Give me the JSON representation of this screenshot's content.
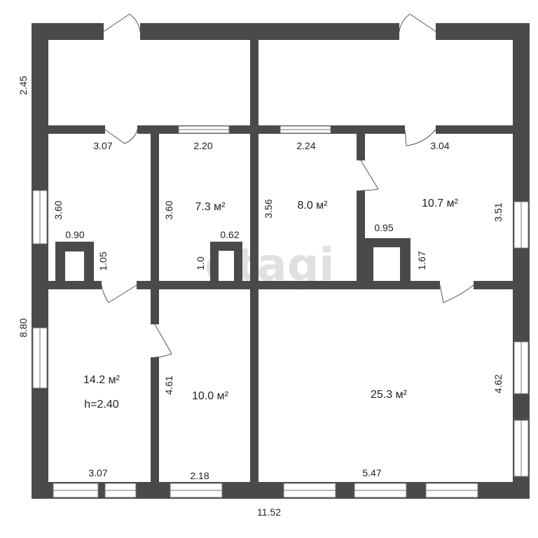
{
  "watermark": "etagi",
  "colors": {
    "wall": "#4a4a4a",
    "window": "#ffffff",
    "door_arc": "#555555",
    "text": "#222222"
  },
  "overall": {
    "width_total": "11.52",
    "height_total": "8.80",
    "top_band_height": "2.45"
  },
  "rooms": {
    "room_1": {
      "width_label": "3.07",
      "height_label": "3.60"
    },
    "room_2": {
      "area": "7.3 м²",
      "width_label": "2.20",
      "height_label": "3.60"
    },
    "room_3": {
      "area": "8.0 м²",
      "width_label": "2.24",
      "height_label": "3.56"
    },
    "room_4": {
      "area": "10.7 м²",
      "width_label": "3.04",
      "height_label": "3.51"
    },
    "room_5": {
      "area": "14.2 м²",
      "ceiling": "h=2.40",
      "width_label": "3.07"
    },
    "room_6": {
      "area": "10.0 м²",
      "width_label": "2.18",
      "height_label": "4.61"
    },
    "room_7": {
      "area": "25.3 м²",
      "width_label": "5.47",
      "height_label": "4.62"
    }
  },
  "stoves": {
    "stove_1": {
      "width_label": "0.90",
      "height_label": "1.05"
    },
    "stove_2": {
      "width_label": "0.62",
      "height_label": "1.0"
    },
    "stove_3": {
      "width_label": "0.95",
      "height_label": "1.67"
    }
  }
}
